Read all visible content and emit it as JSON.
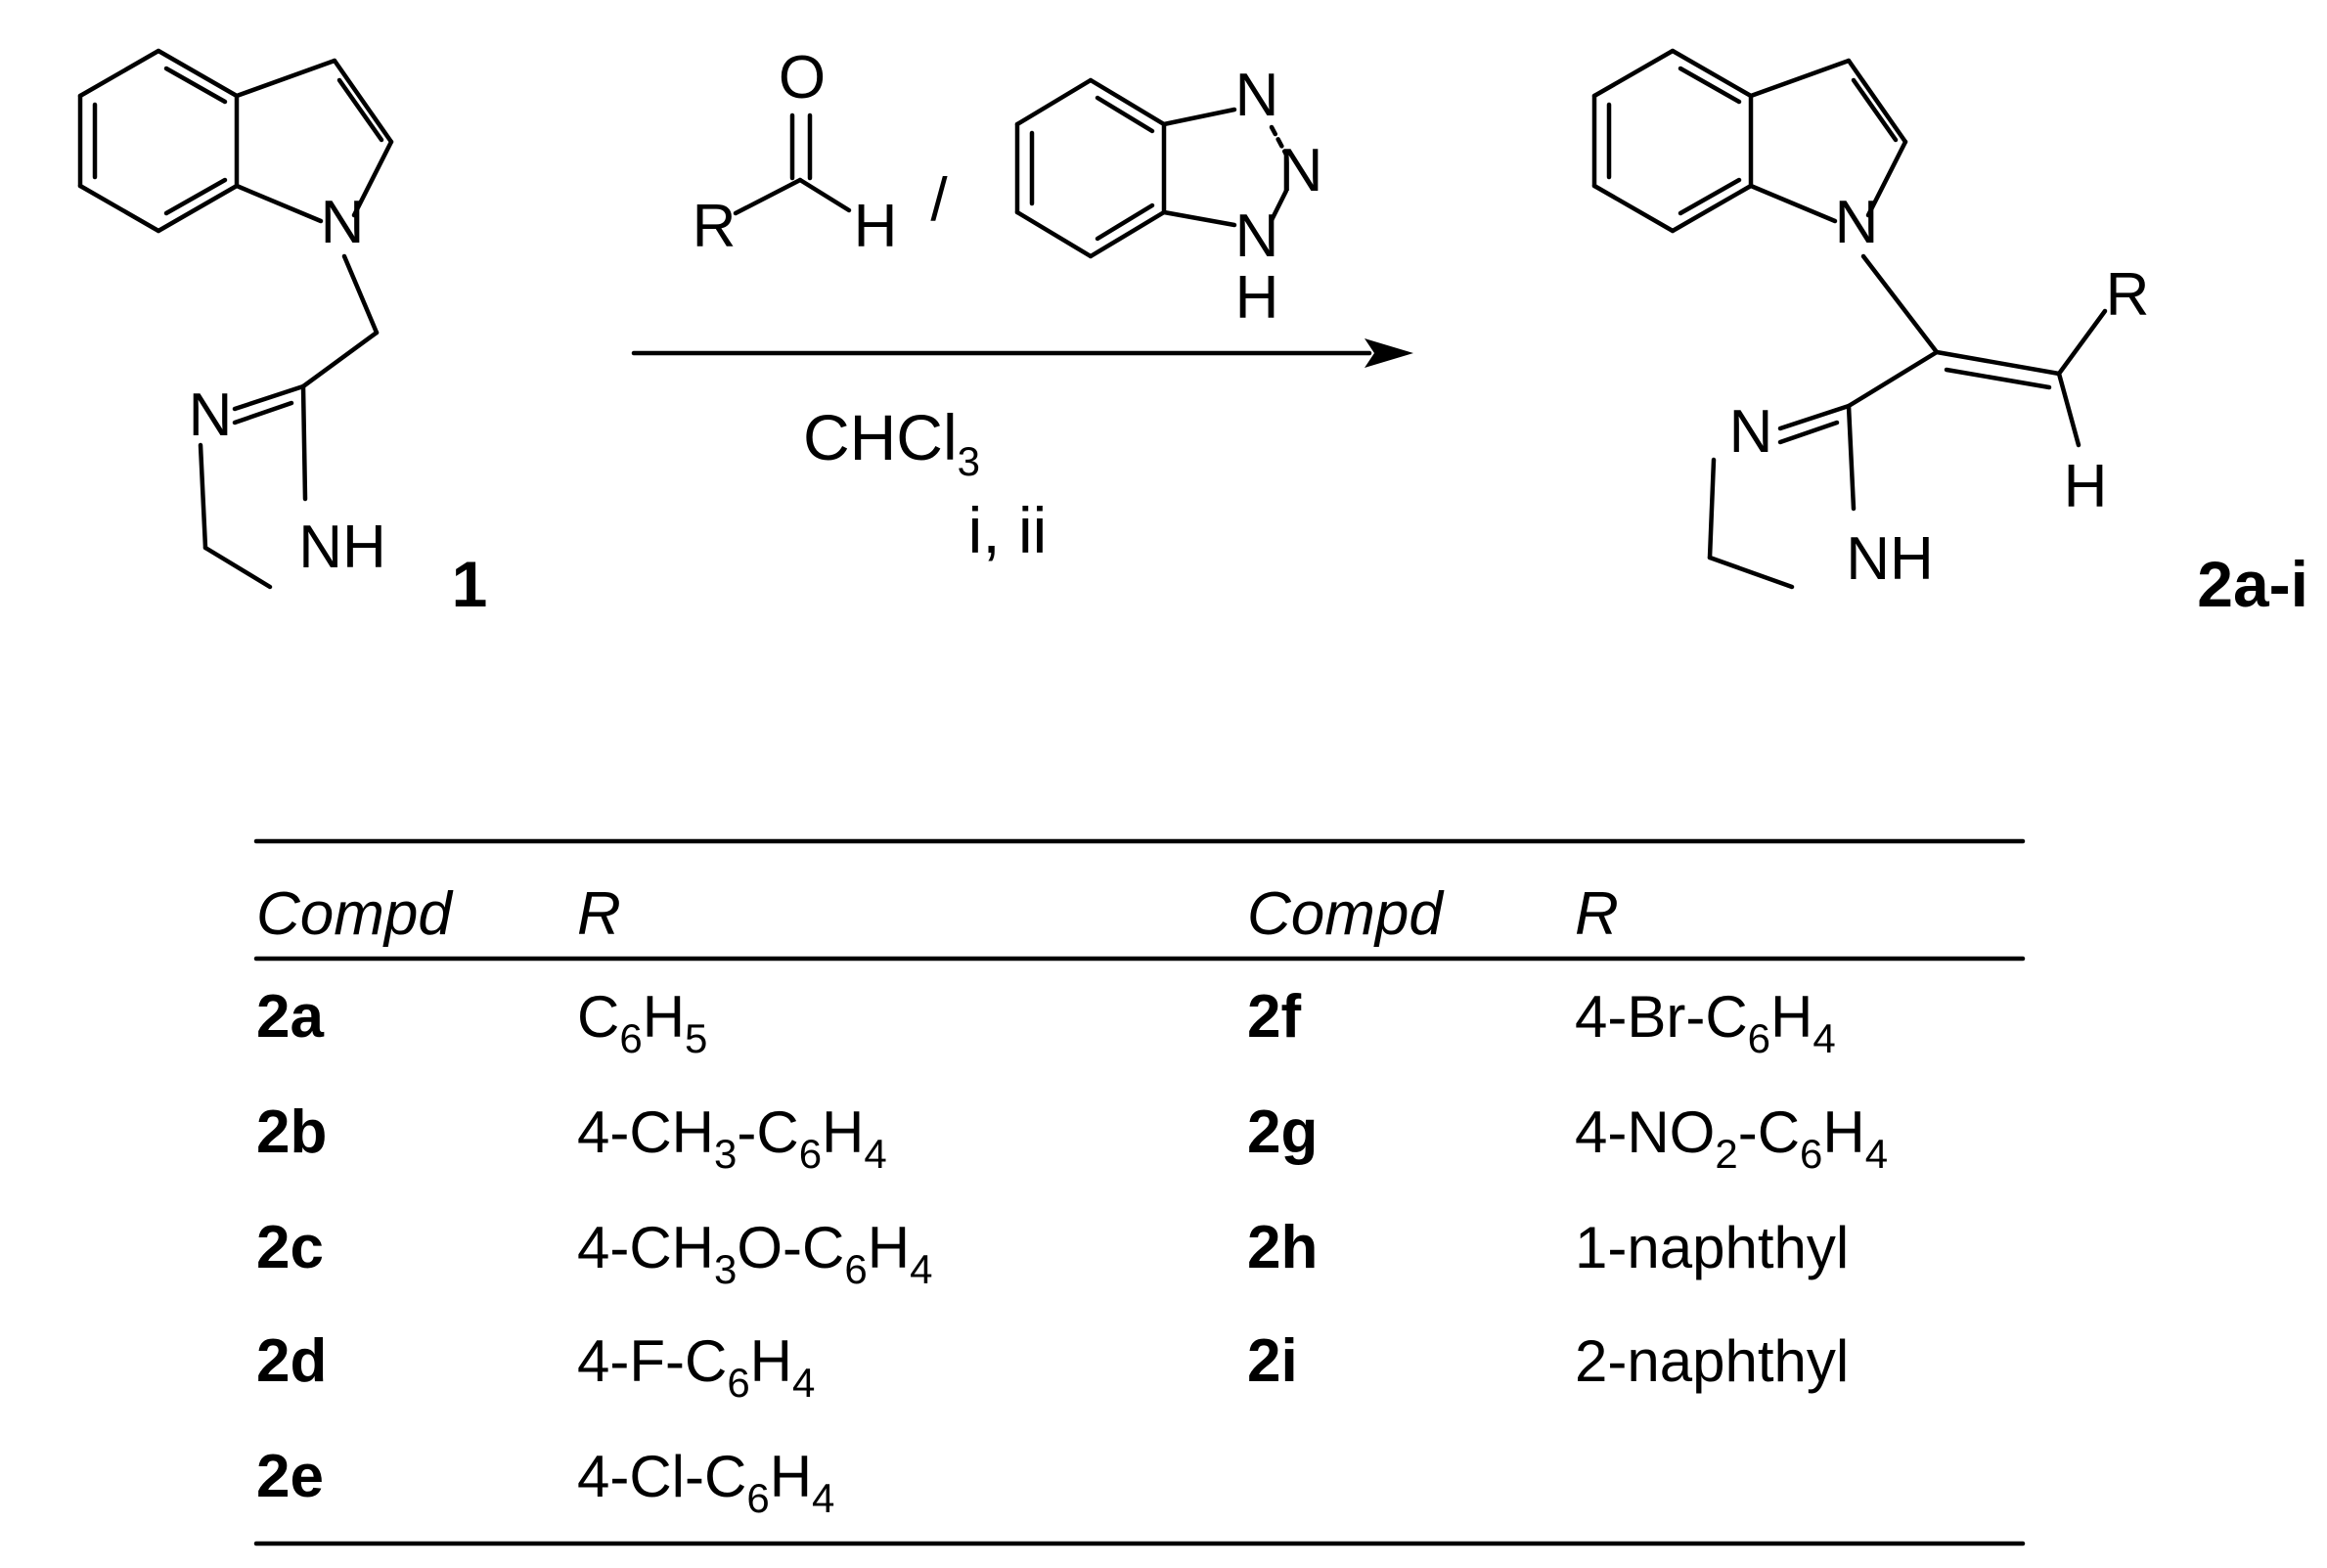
{
  "reactant": {
    "atoms": {
      "n_indole": "N",
      "n_imine": "N",
      "nh": "NH"
    },
    "label": "1"
  },
  "reagents": {
    "aldehyde": {
      "o": "O",
      "r": "R",
      "h": "H"
    },
    "separator": "/",
    "benzotriazole": {
      "n1": "N",
      "n2": "N",
      "n3": "N",
      "h": "H"
    },
    "solvent_base": "CHCl",
    "solvent_sub": "3",
    "conditions": "i, ii"
  },
  "product": {
    "atoms": {
      "n_indole": "N",
      "r": "R",
      "h": "H",
      "n_imine": "N",
      "nh": "NH"
    },
    "label": "2a-i"
  },
  "table": {
    "headers": {
      "compd": "Compd",
      "r": "R"
    },
    "left_rows": [
      {
        "compd": "2a",
        "r": [
          [
            "C",
            ""
          ],
          [
            "6",
            "s"
          ],
          [
            "H",
            ""
          ],
          [
            "5",
            "s"
          ]
        ]
      },
      {
        "compd": "2b",
        "r": [
          [
            "4-CH",
            ""
          ],
          [
            "3",
            "s"
          ],
          [
            "-C",
            ""
          ],
          [
            "6",
            "s"
          ],
          [
            "H",
            ""
          ],
          [
            "4",
            "s"
          ]
        ]
      },
      {
        "compd": "2c",
        "r": [
          [
            "4-CH",
            ""
          ],
          [
            "3",
            "s"
          ],
          [
            "O-C",
            ""
          ],
          [
            "6",
            "s"
          ],
          [
            "H",
            ""
          ],
          [
            "4",
            "s"
          ]
        ]
      },
      {
        "compd": "2d",
        "r": [
          [
            "4-F-C",
            ""
          ],
          [
            "6",
            "s"
          ],
          [
            "H",
            ""
          ],
          [
            "4",
            "s"
          ]
        ]
      },
      {
        "compd": "2e",
        "r": [
          [
            "4-Cl-C",
            ""
          ],
          [
            "6",
            "s"
          ],
          [
            "H",
            ""
          ],
          [
            "4",
            "s"
          ]
        ]
      }
    ],
    "right_rows": [
      {
        "compd": "2f",
        "r": [
          [
            "4-Br-C",
            ""
          ],
          [
            "6",
            "s"
          ],
          [
            "H",
            ""
          ],
          [
            "4",
            "s"
          ]
        ]
      },
      {
        "compd": "2g",
        "r": [
          [
            "4-NO",
            ""
          ],
          [
            "2",
            "s"
          ],
          [
            "-C",
            ""
          ],
          [
            "6",
            "s"
          ],
          [
            "H",
            ""
          ],
          [
            "4",
            "s"
          ]
        ]
      },
      {
        "compd": "2h",
        "r": [
          [
            "1-naphthyl",
            ""
          ]
        ]
      },
      {
        "compd": "2i",
        "r": [
          [
            "2-naphthyl",
            ""
          ]
        ]
      }
    ]
  }
}
